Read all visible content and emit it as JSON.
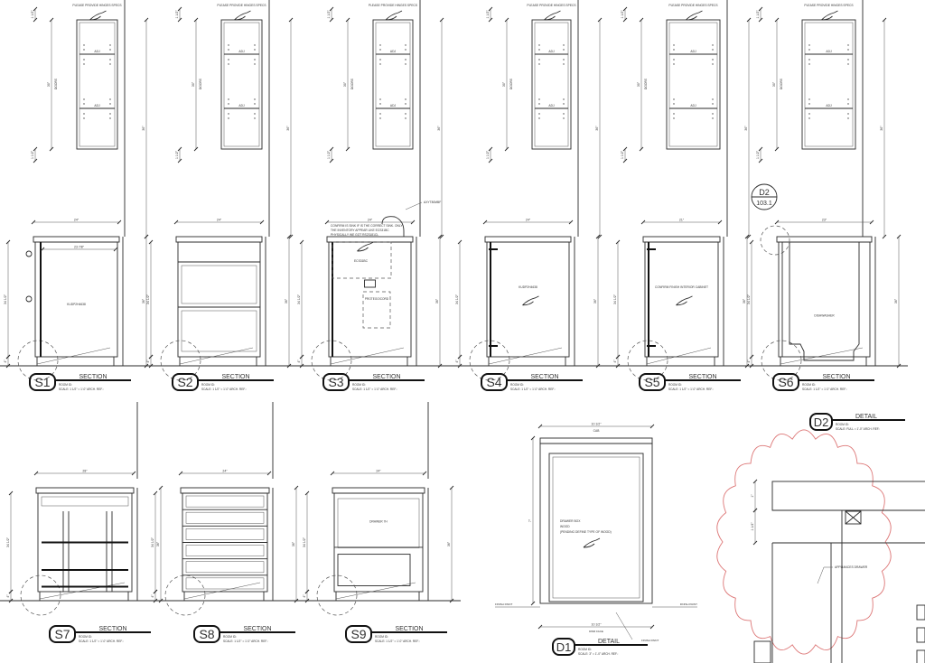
{
  "common": {
    "section_title": "SECTION",
    "detail_title": "DETAIL",
    "room": "ROOM ID:",
    "scale_section": "SCALE: 1 1/2\" = 1'-0\"  ARCH. REF.:",
    "hinges_note": "PLEASE PROVIDE HINGES SPECS",
    "adj": "ADJ",
    "doors": "DOORS",
    "upper_height": "30\"",
    "total_height": "36\"",
    "base_height": "34 1/2\"",
    "toe": "4\"",
    "top": "1 1/2\"",
    "width_24": "24\"",
    "width_23": "23 7/8\""
  },
  "sections": [
    {
      "id": "S1",
      "kind": "panel",
      "label": "KUDP2H4638",
      "width": "24\""
    },
    {
      "id": "S2",
      "kind": "drawers",
      "label": "",
      "width": "24\""
    },
    {
      "id": "S3",
      "kind": "sink",
      "label": "ECS31BC",
      "width": "24\""
    },
    {
      "id": "S4",
      "kind": "plain",
      "label": "KUDP2H4638",
      "width": "24\""
    },
    {
      "id": "S5",
      "kind": "plain",
      "label": "CONFIRM FINISH INTERIOR CABINET",
      "width": "21\""
    },
    {
      "id": "S6",
      "kind": "dishwasher",
      "label": "DISHWASHER",
      "width": "23\""
    },
    {
      "id": "S7",
      "kind": "frame",
      "label": "",
      "width": "28\""
    },
    {
      "id": "S8",
      "kind": "drawers6",
      "label": "",
      "width": "24\""
    },
    {
      "id": "S9",
      "kind": "drawer2",
      "label": "DRAWER 7H",
      "width": "24\""
    }
  ],
  "sink_notes": {
    "faucet": "AXYT80MBF",
    "note_line1": "CONFIRM IS SINK IF IS THE CORRECT SINK. ONLY",
    "note_line2": "THE INVENTORY APPEAR LIKE ECS31BC",
    "note_line3": "PHYSICALLY WE GOT RS23181CL",
    "drain": "PROTEGO/CORD"
  },
  "callout_d2": {
    "id": "D2",
    "sheet": "103.1"
  },
  "detail_d1": {
    "id": "D1",
    "scale": "SCALE: 3\" = 1'-0\"   ARCH. REF.:",
    "width_top": "10 1/2\"",
    "cab": "CAB",
    "width_bottom": "10 1/2\"",
    "dwr_face": "DWR FACE",
    "height": "7\"",
    "note1": "DRAWER BOX",
    "note2": "WOOD",
    "note3": "(PENDING DEFINE TYPE OF WOOD)",
    "finish_left": "FINISH PAINT",
    "finish_right": "FINISH PAINT",
    "finish_bottom": "FINISH PAINT"
  },
  "detail_d2": {
    "id": "D2",
    "scale": "SCALE: FULL = 1'-0\"  ARCH. REF.:",
    "note": "APPLIANCES DRAWER",
    "dim1": "1\"",
    "dim2": "1 1/4\""
  }
}
